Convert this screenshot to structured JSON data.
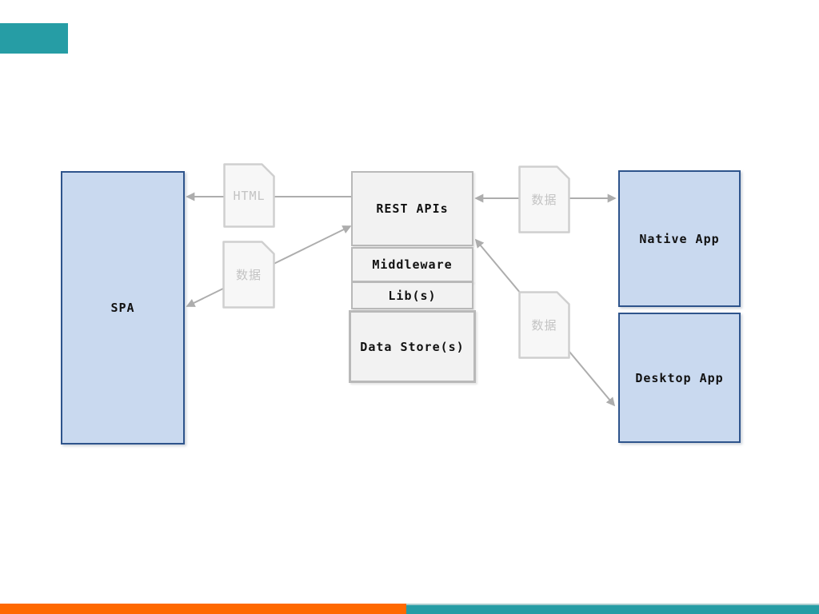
{
  "accents": {
    "teal": "#269da5",
    "orange": "#ff6900",
    "node_blue_fill": "#c9d9ef",
    "node_blue_border": "#2e548c",
    "node_gray_fill": "#f2f2f2",
    "node_gray_border": "#b9b9b9",
    "connector_gray": "#adadad",
    "doc_fill": "#f7f7f7",
    "doc_border": "#cfcfcf",
    "doc_text": "#c3c3c3"
  },
  "nodes": {
    "spa": {
      "label": "SPA"
    },
    "rest_apis": {
      "label": "REST APIs"
    },
    "middleware": {
      "label": "Middleware"
    },
    "libs": {
      "label": "Lib(s)"
    },
    "data_store": {
      "label": "Data Store(s)"
    },
    "native_app": {
      "label": "Native App"
    },
    "desktop_app": {
      "label": "Desktop App"
    }
  },
  "documents": {
    "html": {
      "label": "HTML"
    },
    "data": {
      "label": "数据"
    }
  },
  "edges": [
    {
      "from": "REST APIs",
      "to": "SPA",
      "via": "HTML",
      "direction": "one-way"
    },
    {
      "from": "SPA",
      "to": "REST APIs",
      "via": "数据",
      "direction": "two-way"
    },
    {
      "from": "REST APIs",
      "to": "Native App",
      "via": "数据",
      "direction": "two-way"
    },
    {
      "from": "REST APIs",
      "to": "Desktop App",
      "via": "数据",
      "direction": "two-way"
    }
  ]
}
